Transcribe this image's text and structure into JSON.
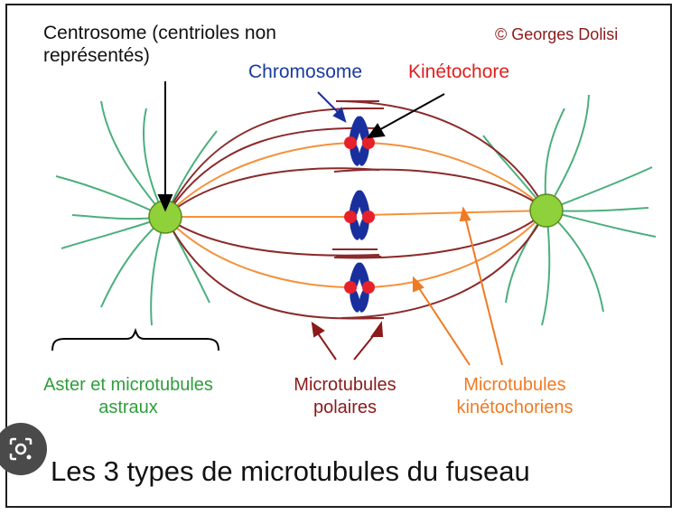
{
  "labels": {
    "centrosome_line1": "Centrosome (centrioles non",
    "centrosome_line2": "représentés)",
    "copyright": "© Georges Dolisi",
    "chromosome": "Chromosome",
    "kinetochore": "Kinétochore",
    "aster_line1": "Aster et microtubules",
    "aster_line2": "astraux",
    "polaires_line1": "Microtubules",
    "polaires_line2": "polaires",
    "kineto_line1": "Microtubules",
    "kineto_line2": "kinétochoriens",
    "title": "Les 3 types de microtubules du fuseau"
  },
  "colors": {
    "astral": "#4caf7d",
    "polar": "#8b2a2a",
    "kinetochore_mt": "#f5913a",
    "chromosome": "#1a2f9e",
    "kinetochore": "#e8202a",
    "centrosome": "#8fd13a",
    "aster_text": "#2e9e3a",
    "polar_text": "#8b1a1a",
    "kineto_text": "#f07a22",
    "chromo_text": "#1a3aa0",
    "kineto_label_text": "#e0201e"
  },
  "icons": {
    "lens": "lens-search-icon"
  }
}
